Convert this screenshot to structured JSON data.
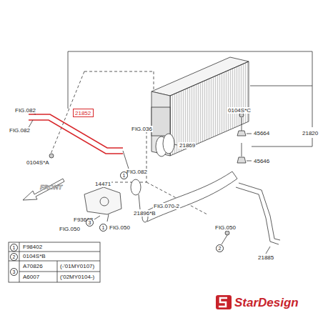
{
  "diagram": {
    "nodes": [
      {
        "text": [
          "21852"
        ]
      }
    ],
    "labels": [
      "FIG.082",
      "FIG.082",
      "0104S*A",
      "FRONT",
      "FIG.036",
      "21869",
      "FIG.082",
      "0104S*C",
      "45664",
      "21820",
      "45646",
      "14471",
      "1",
      "FIG.050",
      "1",
      "21896*B",
      "F93602",
      "3",
      "FIG.050",
      "FIG.070-2",
      "FIG.050",
      "2",
      "21885",
      "1",
      "F98402",
      "2",
      "0104S*B",
      "3",
      "A70826",
      "(-'01MY0107)",
      "A6007",
      "('02MY0104-)",
      "StarDesign"
    ]
  }
}
